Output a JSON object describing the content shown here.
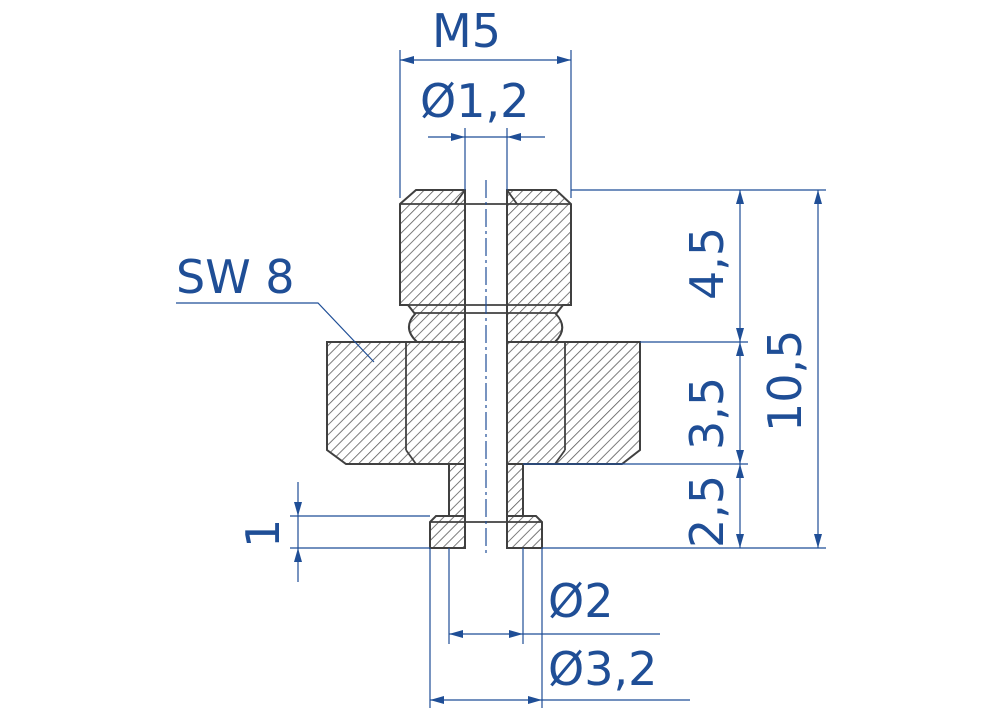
{
  "colors": {
    "dimension": "#1f4e96",
    "outline": "#404040",
    "hatch": "#5a5a5a",
    "centerline": "#1f4e96"
  },
  "labels": {
    "thread": "M5",
    "bore": "Ø1,2",
    "wrench_size": "SW 8",
    "h_thread": "4,5",
    "h_hex": "3,5",
    "h_neck": "2,5",
    "h_total": "10,5",
    "h_flange": "1",
    "d_neck": "Ø2",
    "d_flange": "Ø3,2"
  }
}
